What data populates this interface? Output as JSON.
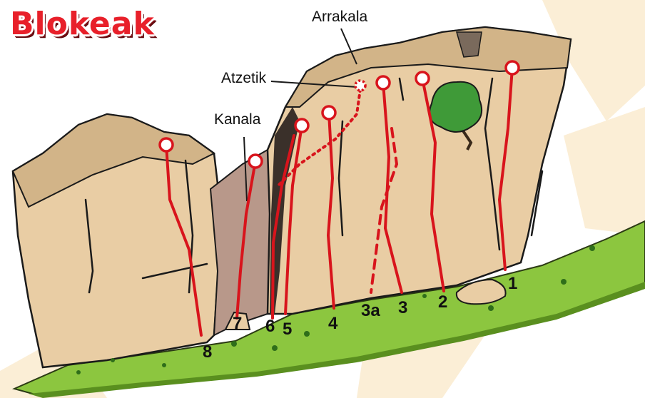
{
  "title": "Blokeak",
  "callouts": {
    "arrakala": "Arrakala",
    "atzetik": "Atzetik",
    "kanala": "Kanala"
  },
  "routes": [
    "1",
    "2",
    "3",
    "3a",
    "4",
    "5",
    "6",
    "7",
    "8"
  ],
  "colors": {
    "title": "#e8202a",
    "route_line": "#d8141c",
    "rock": "#e9cda4",
    "rock_shadow": "#a88e7a",
    "grass": "#8cc63f",
    "background_shape": "#fbeed6"
  }
}
